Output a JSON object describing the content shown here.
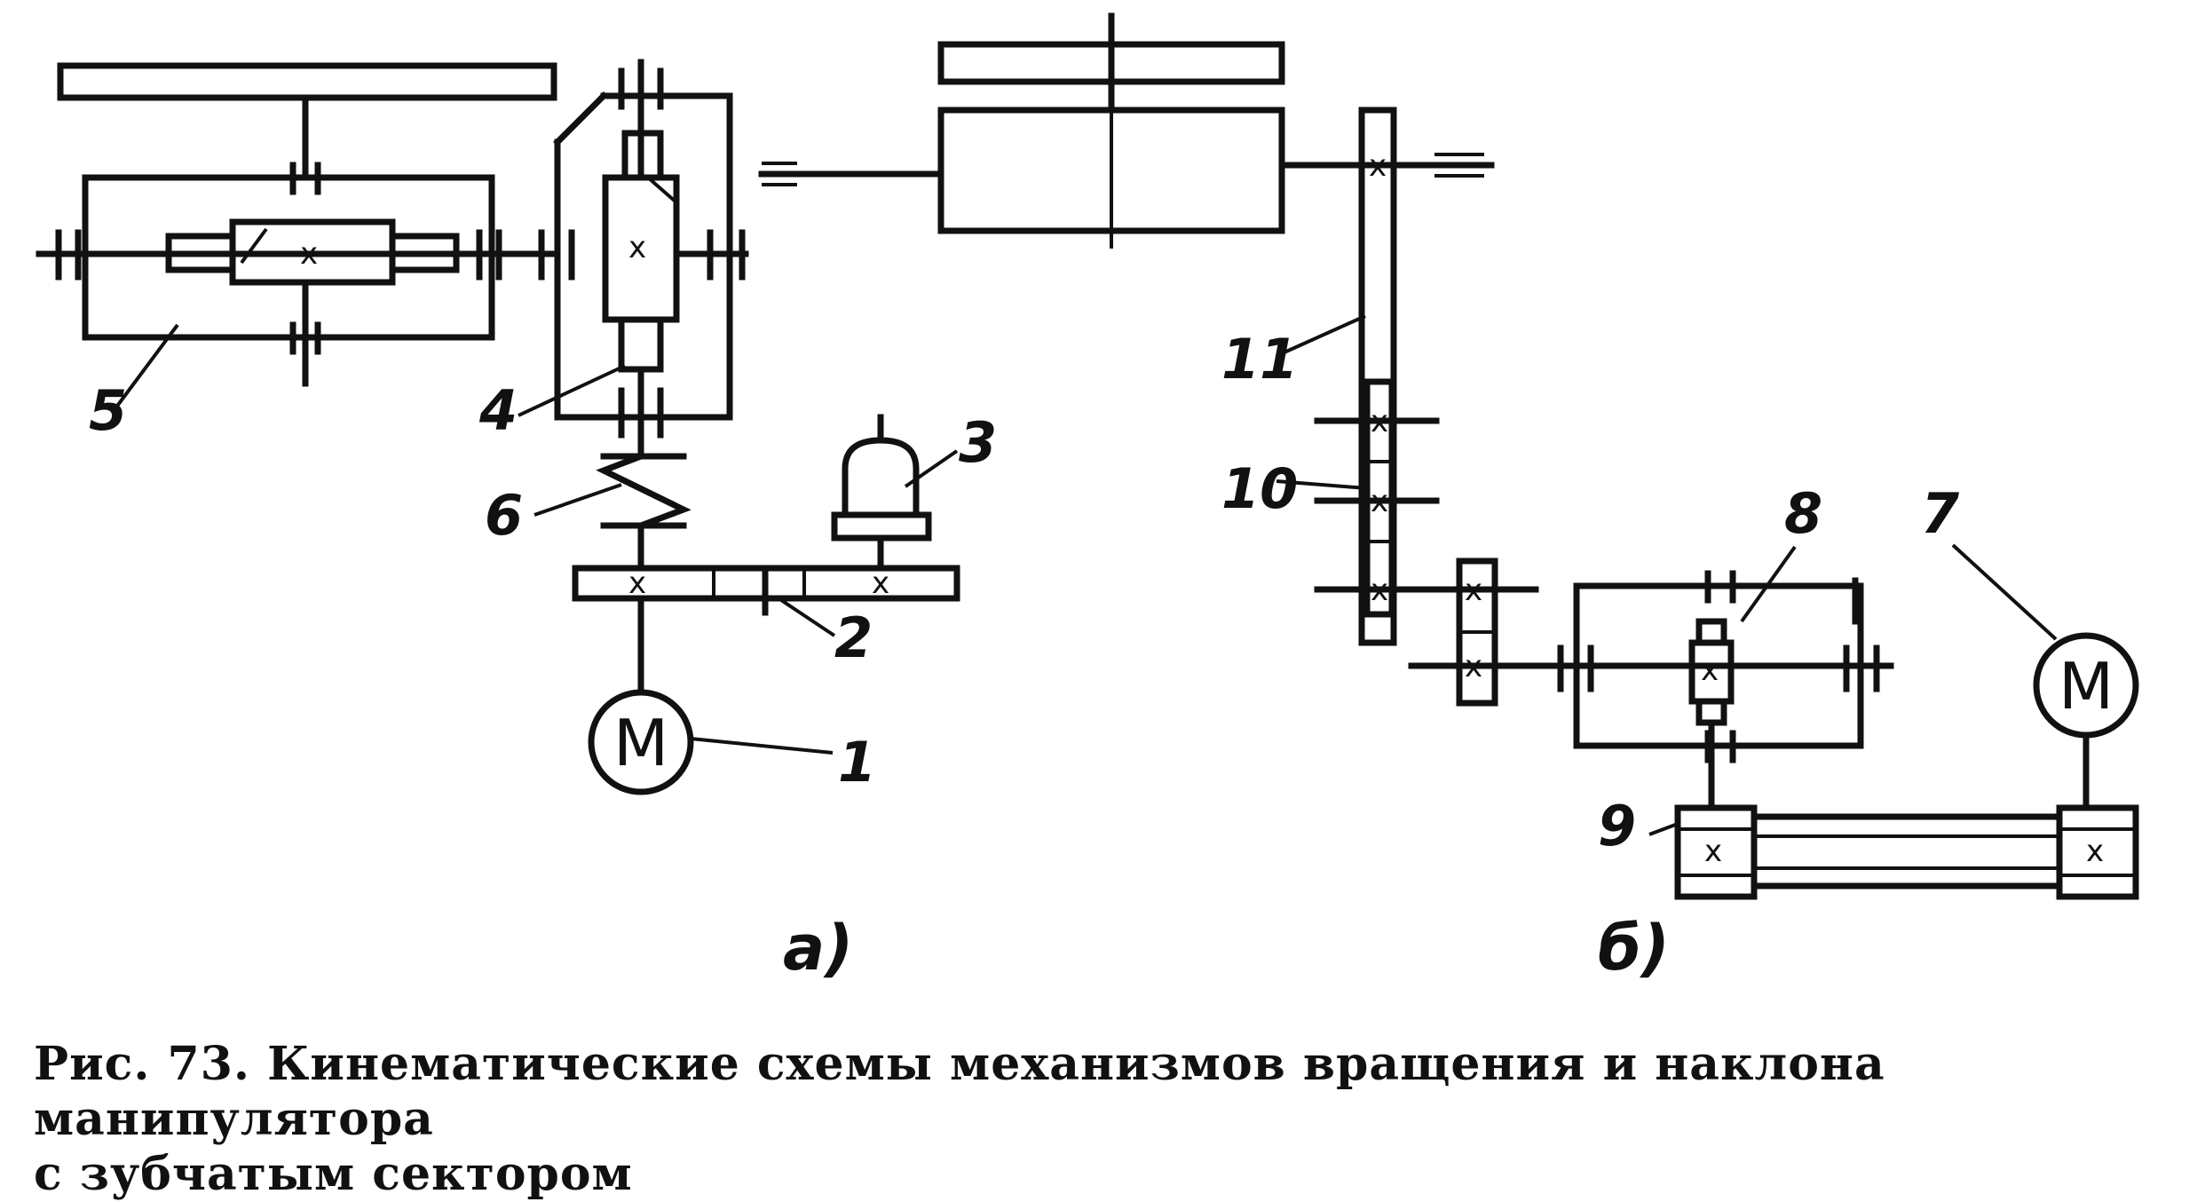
{
  "figure": {
    "labels": {
      "l1a": "1",
      "l2": "2",
      "l3": "3",
      "l4": "4",
      "l5": "5",
      "l6": "6",
      "l7": "7",
      "l8": "8",
      "l9": "9",
      "l10": "10",
      "l11": "11"
    },
    "motor_symbol": "M",
    "cross_mark": "x",
    "subfig_a": "а)",
    "subfig_b": "б)"
  },
  "caption": {
    "line1": "Рис. 73. Кинематические схемы механизмов вращения и наклона манипулятора",
    "line2": "с зубчатым сектором"
  }
}
